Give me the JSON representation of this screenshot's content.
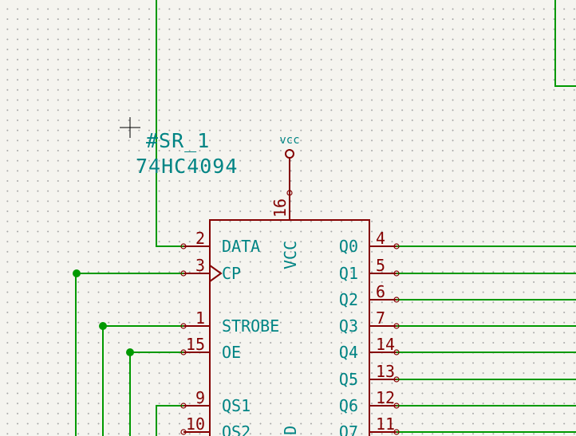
{
  "schematic": {
    "reference": "#SR_1",
    "value": "74HC4094",
    "power_label": "vcc",
    "vcc_pin": {
      "name": "VCC",
      "number": "16"
    },
    "gnd_pin_name": "GND",
    "left_pins": [
      {
        "name": "DATA",
        "number": "2"
      },
      {
        "name": "CP",
        "number": "3"
      },
      {
        "name": "STROBE",
        "number": "1"
      },
      {
        "name": "OE",
        "number": "15"
      },
      {
        "name": "QS1",
        "number": "9"
      },
      {
        "name": "QS2",
        "number": "10"
      }
    ],
    "right_pins": [
      {
        "name": "Q0",
        "number": "4"
      },
      {
        "name": "Q1",
        "number": "5"
      },
      {
        "name": "Q2",
        "number": "6"
      },
      {
        "name": "Q3",
        "number": "7"
      },
      {
        "name": "Q4",
        "number": "14"
      },
      {
        "name": "Q5",
        "number": "13"
      },
      {
        "name": "Q6",
        "number": "12"
      },
      {
        "name": "Q7",
        "number": "11"
      }
    ]
  },
  "colors": {
    "wire": "#009900",
    "body": "#840000",
    "text": "#008484",
    "pin_number": "#840000"
  }
}
